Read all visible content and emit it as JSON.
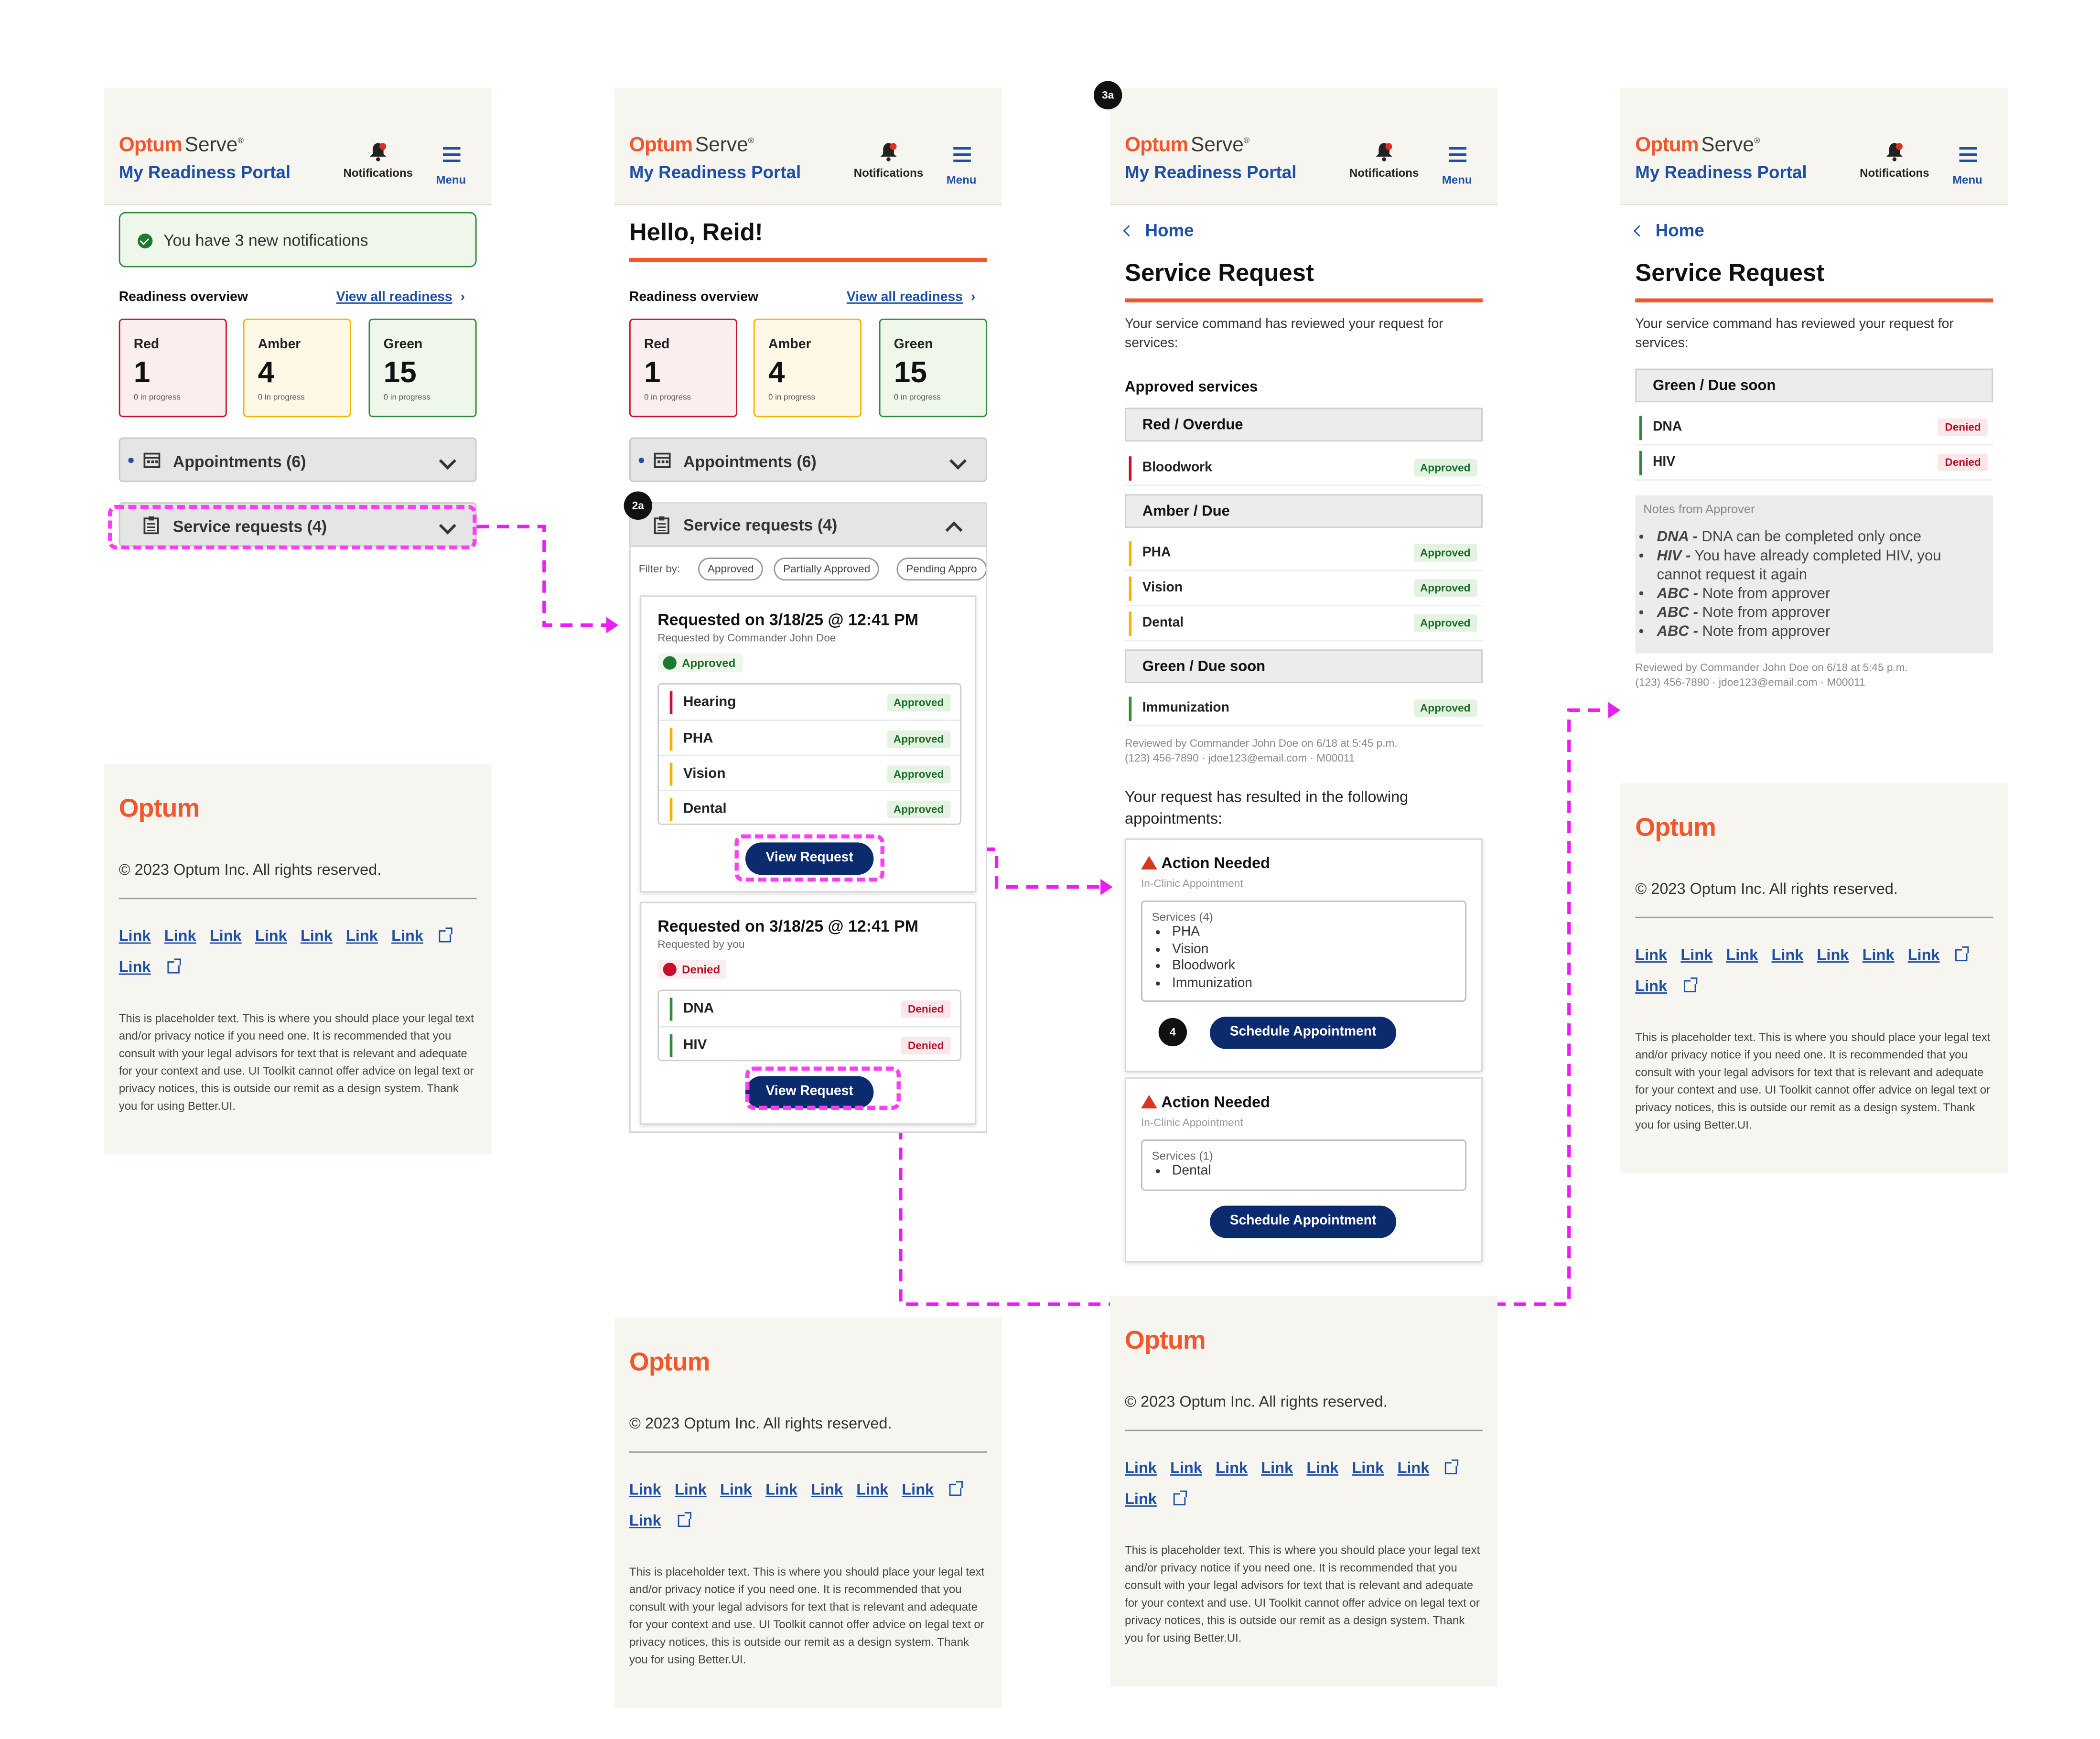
{
  "brand": {
    "optum": "Optum",
    "serve": "Serve",
    "reg": "®",
    "portal": "My Readiness Portal",
    "notifications": "Notifications",
    "menu": "Menu",
    "orange": "#f2572c",
    "blue": "#1f4fa3",
    "navy": "#0c2a6e"
  },
  "home1": {
    "banner": "You have 3 new notifications"
  },
  "home2": {
    "greeting": "Hello, Reid!"
  },
  "readiness": {
    "title": "Readiness overview",
    "view_all": "View all readiness",
    "cards": [
      {
        "label": "Red",
        "value": "1",
        "sub": "0 in progress"
      },
      {
        "label": "Amber",
        "value": "4",
        "sub": "0 in progress"
      },
      {
        "label": "Green",
        "value": "15",
        "sub": "0 in progress"
      }
    ]
  },
  "accordions": {
    "appointments": "Appointments (6)",
    "service_requests": "Service requests (4)"
  },
  "steps": {
    "s2a": "2a",
    "s3a": "3a",
    "s4": "4"
  },
  "filter": {
    "label": "Filter by:",
    "options": [
      "Approved",
      "Partially Approved",
      "Pending Appro"
    ]
  },
  "requests": [
    {
      "title": "Requested on 3/18/25 @ 12:41 PM",
      "by": "Requested by Commander John Doe",
      "status": "Approved",
      "services": [
        {
          "name": "Hearing",
          "status": "Approved"
        },
        {
          "name": "PHA",
          "status": "Approved"
        },
        {
          "name": "Vision",
          "status": "Approved"
        },
        {
          "name": "Dental",
          "status": "Approved"
        }
      ],
      "button": "View Request"
    },
    {
      "title": "Requested on 3/18/25 @ 12:41 PM",
      "by": "Requested by you",
      "status": "Denied",
      "services": [
        {
          "name": "DNA",
          "status": "Denied"
        },
        {
          "name": "HIV",
          "status": "Denied"
        }
      ],
      "button": "View Request"
    }
  ],
  "detail": {
    "home": "Home",
    "title": "Service Request",
    "intro": "Your service command has reviewed your request for services:",
    "approved_title": "Approved services",
    "groups": [
      {
        "name": "Red / Overdue",
        "rows": [
          {
            "name": "Bloodwork",
            "status": "Approved"
          }
        ]
      },
      {
        "name": "Amber / Due",
        "rows": [
          {
            "name": "PHA",
            "status": "Approved"
          },
          {
            "name": "Vision",
            "status": "Approved"
          },
          {
            "name": "Dental",
            "status": "Approved"
          }
        ]
      },
      {
        "name": "Green / Due soon",
        "rows": [
          {
            "name": "Immunization",
            "status": "Approved"
          }
        ]
      }
    ],
    "reviewed": "Reviewed by Commander John Doe on 6/18 at 5:45 p.m.",
    "contact": "(123) 456-7890 · jdoe123@email.com · M00011",
    "result": "Your request has resulted in the following appointments:",
    "appointments": [
      {
        "title": "Action Needed",
        "type": "In-Clinic Appointment",
        "services_head": "Services (4)",
        "services": [
          "PHA",
          "Vision",
          "Bloodwork",
          "Immunization"
        ],
        "button": "Schedule Appointment"
      },
      {
        "title": "Action Needed",
        "type": "In-Clinic Appointment",
        "services_head": "Services (1)",
        "services": [
          "Dental"
        ],
        "button": "Schedule Appointment"
      }
    ]
  },
  "denied": {
    "group": "Green / Due soon",
    "rows": [
      {
        "name": "DNA",
        "status": "Denied"
      },
      {
        "name": "HIV",
        "status": "Denied"
      }
    ],
    "notes_title": "Notes from Approver",
    "notes": [
      {
        "k": "DNA -",
        "v": " DNA can be completed only once"
      },
      {
        "k": "HIV -",
        "v": " You have already completed HIV, you cannot request it again"
      },
      {
        "k": "ABC -",
        "v": " Note from approver"
      },
      {
        "k": "ABC -",
        "v": " Note from approver"
      },
      {
        "k": "ABC -",
        "v": " Note from approver"
      }
    ],
    "reviewed": "Reviewed by Commander John Doe on 6/18 at 5:45 p.m.",
    "contact": "(123) 456-7890 · jdoe123@email.com · M00011"
  },
  "footer": {
    "logo": "Optum",
    "copyright": "© 2023 Optum Inc. All rights reserved.",
    "link": "Link",
    "legal": "This is placeholder text. This is where you should place your legal text and/or privacy notice if you need one. It is recommended that you consult with your legal advisors for text that is relevant and adequate for your context and use. UI Toolkit cannot offer advice on legal text or privacy notices, this is outside our remit as a design system. Thank you for using Better.UI."
  }
}
